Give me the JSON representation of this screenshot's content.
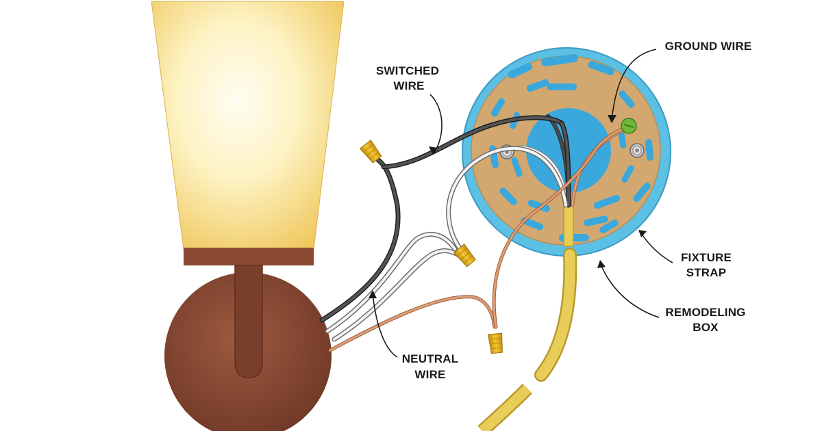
{
  "labels": {
    "switched_wire": [
      "SWITCHED",
      "WIRE"
    ],
    "ground_wire": [
      "GROUND WIRE"
    ],
    "neutral_wire": [
      "NEUTRAL",
      "WIRE"
    ],
    "fixture_strap": [
      "FIXTURE",
      "STRAP"
    ],
    "remodeling_box": [
      "REMODELING",
      "BOX"
    ]
  },
  "colors": {
    "background": "#ffffff",
    "shade_glow": "#fdf3c4",
    "shade_edge": "#efc65a",
    "bronze": "#8a4a33",
    "box_blue": "#5cc0e4",
    "strap_tan": "#d2a870",
    "hot_wire": "#3d3d3d",
    "neutral_wire": "#f2f2f2",
    "ground_copper": "#c98c62",
    "wire_nut": "#e6b41e",
    "cable_sheath": "#e0c24a",
    "ground_screw": "#6fb83a"
  },
  "icons": {
    "lamp_shade": "shade-icon",
    "wall_plate": "wall-plate-icon",
    "wire_nut": "wire-nut-icon",
    "screw": "screw-icon"
  }
}
